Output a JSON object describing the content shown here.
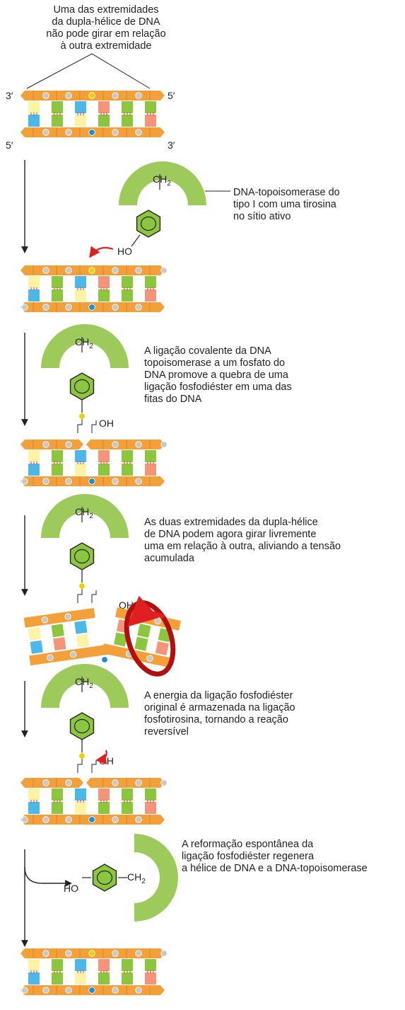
{
  "captions": {
    "top": [
      "Uma das extremidades",
      "da dupla-hélice de DNA",
      "não pode girar em relação",
      "à outra extremidade"
    ],
    "enzyme": [
      "DNA-topoisomerase do",
      "tipo I com uma tirosina",
      "no sítio ativo"
    ],
    "step2": [
      "A ligação covalente da DNA",
      "topoisomerase a um fosfato do",
      "DNA promove a quebra de uma",
      "ligação fosfodiéster em uma das",
      "fitas do DNA"
    ],
    "step3": [
      "As duas extremidades da dupla-hélice",
      "de DNA podem agora girar livremente",
      "uma em relação à outra, aliviando a tensão",
      "acumulada"
    ],
    "step4": [
      "A energia da ligação fosfodiéster",
      "original é armazenada na ligação",
      "fosfotirosina, tornando a reação",
      "reversível"
    ],
    "step5": [
      "A reformação espontânea da",
      "ligação fosfodiéster regenera",
      "a hélice de DNA e a DNA-topoisomerase"
    ]
  },
  "strand_ends": {
    "top_left": "3′",
    "top_right": "5′",
    "bottom_left": "5′",
    "bottom_right": "3′"
  },
  "chem": {
    "ch2": "CH",
    "ch2_sub": "2",
    "ho": "HO",
    "oh": "OH"
  },
  "colors": {
    "backbone": "#f3a03a",
    "enzyme": "#9ccb5c",
    "base_yellow": "#fdf3a6",
    "base_blue": "#4db8e8",
    "base_green": "#8cc63f",
    "base_salmon": "#f4957a",
    "arrow_red": "#e02020",
    "dot_gray": "#c8c8c8",
    "dot_yellow": "#f0d000",
    "dot_blue": "#1a8fd8"
  }
}
